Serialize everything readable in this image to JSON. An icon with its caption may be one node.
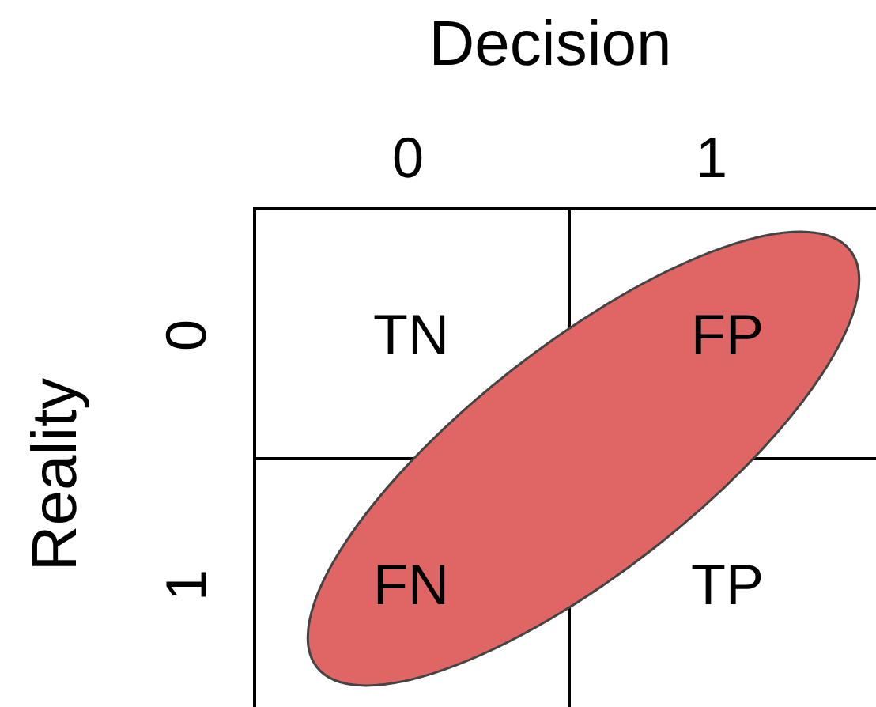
{
  "diagram": {
    "labels": [
      "Decision",
      "0",
      "1",
      "Reality",
      "0",
      "1",
      "TN",
      "FP",
      "FN",
      "TP"
    ]
  }
}
